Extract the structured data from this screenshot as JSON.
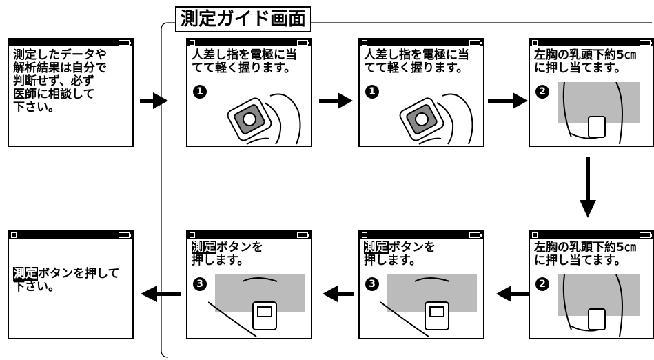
{
  "guide": {
    "title": "測定ガイド画面",
    "intro": "測定したデータや\n解析結果は自分で\n判断せず、必ず\n医師に相談して\n下さい。",
    "step1": "人差し指を電極に当\nてて軽く握ります。",
    "step2": "左胸の乳頭下約5㎝\nに押し当てます。",
    "step3_highlight": "測定",
    "step3_rest": "ボタンを\n押します。",
    "final_highlight": "測定",
    "final_rest": "ボタンを押して\n下さい。",
    "num1": "❶",
    "num2": "❷",
    "num3": "❸"
  }
}
